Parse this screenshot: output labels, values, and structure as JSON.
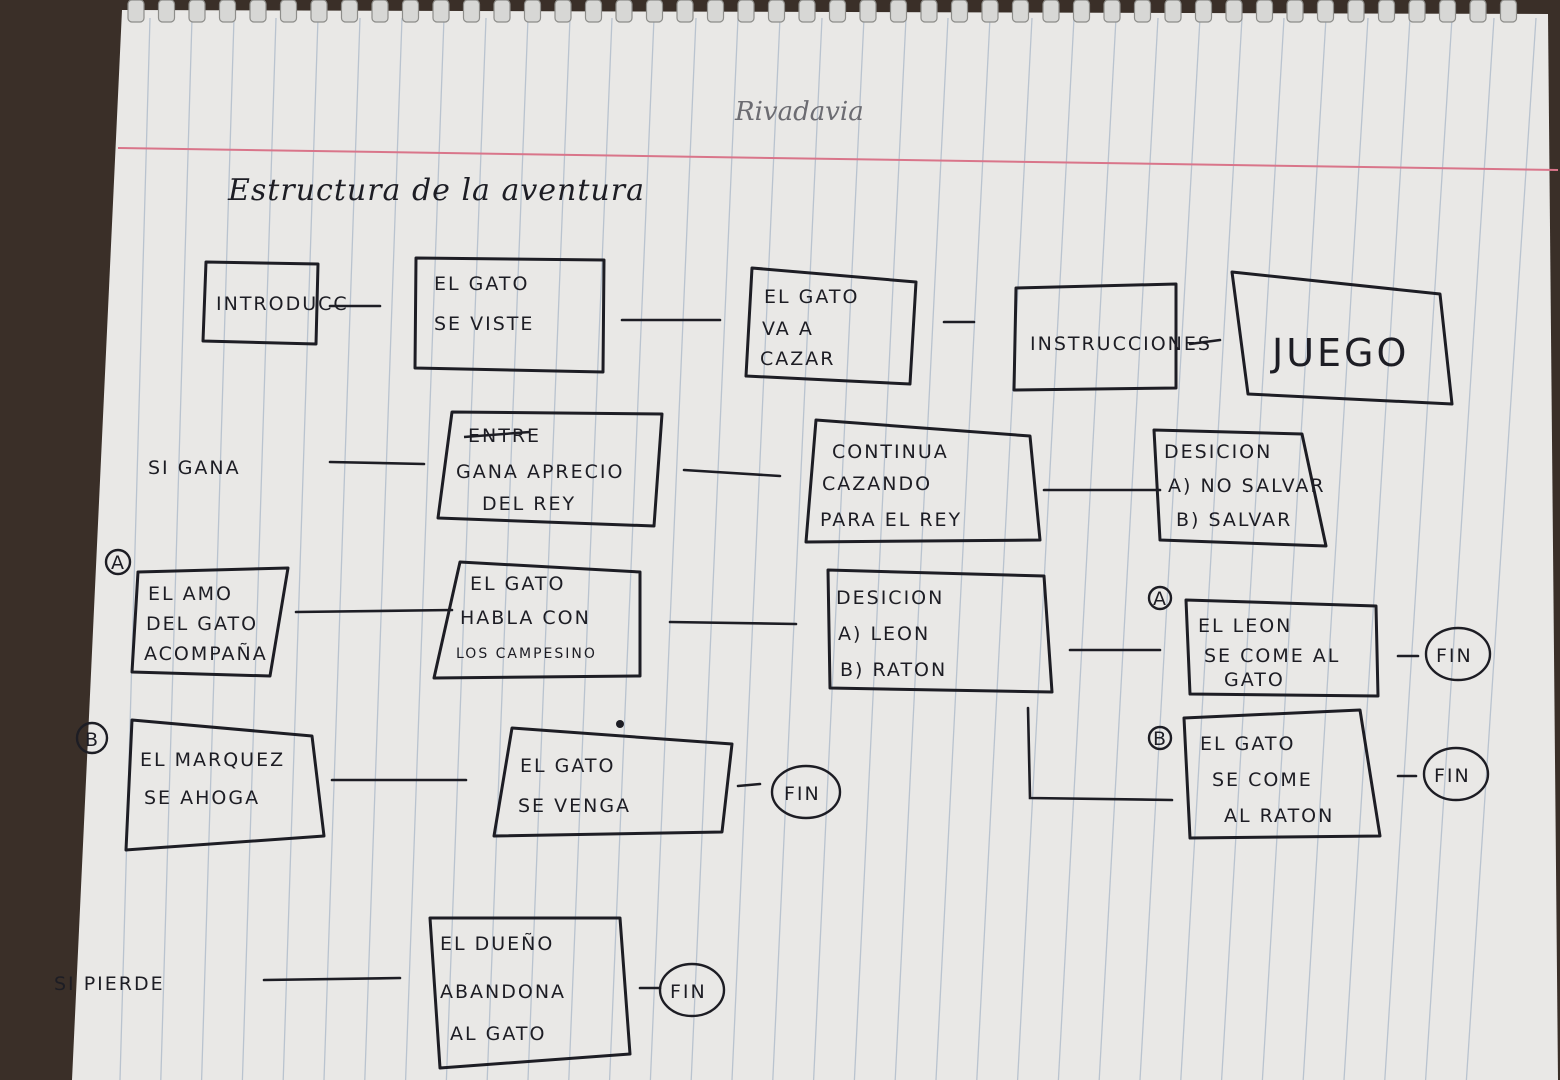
{
  "notebook": {
    "brand": "Rivadavia",
    "title": "Estructura de la aventura"
  },
  "diagram": {
    "row1": {
      "intro": "INTRODUCC",
      "viste": [
        "EL GATO",
        "SE VISTE"
      ],
      "cazar": [
        "EL GATO",
        "VA A",
        "CAZAR"
      ],
      "instrucciones": "INSTRUCCIONES",
      "juego": "JUEGO"
    },
    "row2": {
      "si_gana": "SI GANA",
      "aprecio_struck": "ENTRE",
      "aprecio": [
        "GANA APRECIO",
        "DEL REY"
      ],
      "continua": [
        "CONTINUA",
        "CAZANDO",
        "PARA EL REY"
      ],
      "decision": [
        "DESICION",
        "A) NO SALVAR",
        "B) SALVAR"
      ]
    },
    "row3": {
      "marker": "A",
      "amo": [
        "EL AMO",
        "DEL GATO",
        "ACOMPAÑA"
      ],
      "habla": [
        "EL GATO",
        "HABLA CON",
        "LOS CAMPESINO"
      ],
      "decision2": [
        "DESICION",
        "A) LEON",
        "B) RATON"
      ],
      "leon_marker": "A",
      "leon": [
        "EL LEON",
        "SE COME AL",
        "GATO"
      ],
      "leon_fin": "FIN"
    },
    "row4": {
      "marker": "B",
      "marquez": [
        "EL MARQUEZ",
        "SE AHOGA"
      ],
      "venga": [
        "EL GATO",
        "SE VENGA"
      ],
      "venga_fin": "FIN",
      "raton_marker": "B",
      "raton": [
        "EL GATO",
        "SE COME",
        "AL RATON"
      ],
      "raton_fin": "FIN"
    },
    "row5": {
      "si_pierde": "SI PIERDE",
      "abandona": [
        "EL DUEÑO",
        "ABANDONA",
        "AL GATO"
      ],
      "abandona_fin": "FIN"
    }
  }
}
